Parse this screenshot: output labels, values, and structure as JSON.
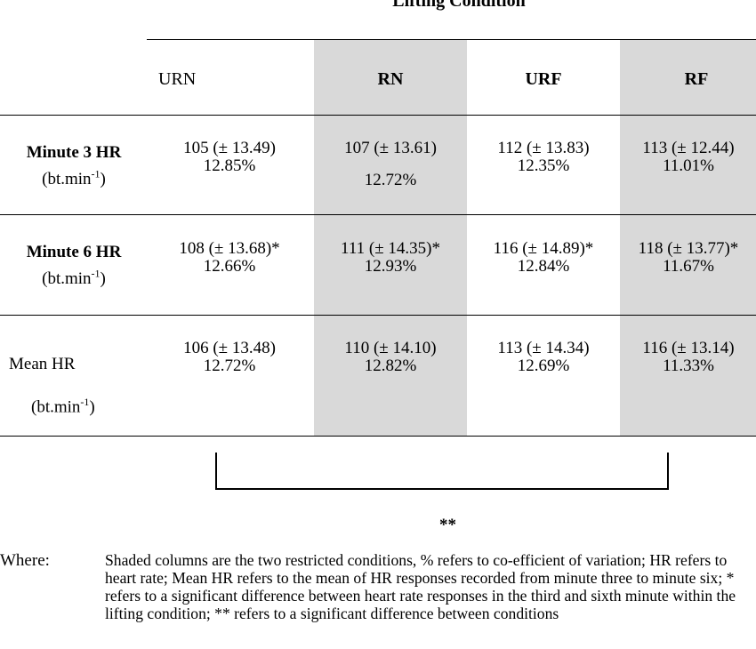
{
  "title": "Lifting Condition",
  "columns": [
    "URN",
    "RN",
    "URF",
    "RF"
  ],
  "rows": [
    {
      "label": "Minute 3 HR",
      "unit_base": "(bt.min",
      "unit_sup": "-1",
      "unit_end": ")",
      "cells": [
        {
          "value": "105 (± 13.49)",
          "cv": "12.85%"
        },
        {
          "value": "107 (± 13.61)",
          "cv": "12.72%"
        },
        {
          "value": "112 (± 13.83)",
          "cv": "12.35%"
        },
        {
          "value": "113 (± 12.44)",
          "cv": "11.01%"
        }
      ]
    },
    {
      "label": "Minute 6 HR",
      "unit_base": "(bt.min",
      "unit_sup": "-1",
      "unit_end": ")",
      "cells": [
        {
          "value": "108 (± 13.68)*",
          "cv": "12.66%"
        },
        {
          "value": "111 (± 14.35)*",
          "cv": "12.93%"
        },
        {
          "value": "116 (± 14.89)*",
          "cv": "12.84%"
        },
        {
          "value": "118 (± 13.77)*",
          "cv": "11.67%"
        }
      ]
    },
    {
      "label": "Mean HR",
      "unit_base": "(bt.min",
      "unit_sup": "-1",
      "unit_end": ")",
      "cells": [
        {
          "value": "106 (± 13.48)",
          "cv": "12.72%"
        },
        {
          "value": "110 (± 14.10)",
          "cv": "12.82%"
        },
        {
          "value": "113 (± 14.34)",
          "cv": "12.69%"
        },
        {
          "value": "116 (± 13.14)",
          "cv": "11.33%"
        }
      ]
    }
  ],
  "significance_marker": "**",
  "note": {
    "label": "Where:",
    "text": "Shaded columns are the two restricted conditions, % refers to co-efficient of variation; HR refers to heart rate; Mean HR refers to the mean of HR responses recorded from minute three to minute six;  * refers to a significant difference between heart rate responses in the third and sixth minute within the lifting condition; ** refers to a significant difference between conditions"
  },
  "colors": {
    "shade": "#d9d9d9",
    "text": "#000000"
  }
}
